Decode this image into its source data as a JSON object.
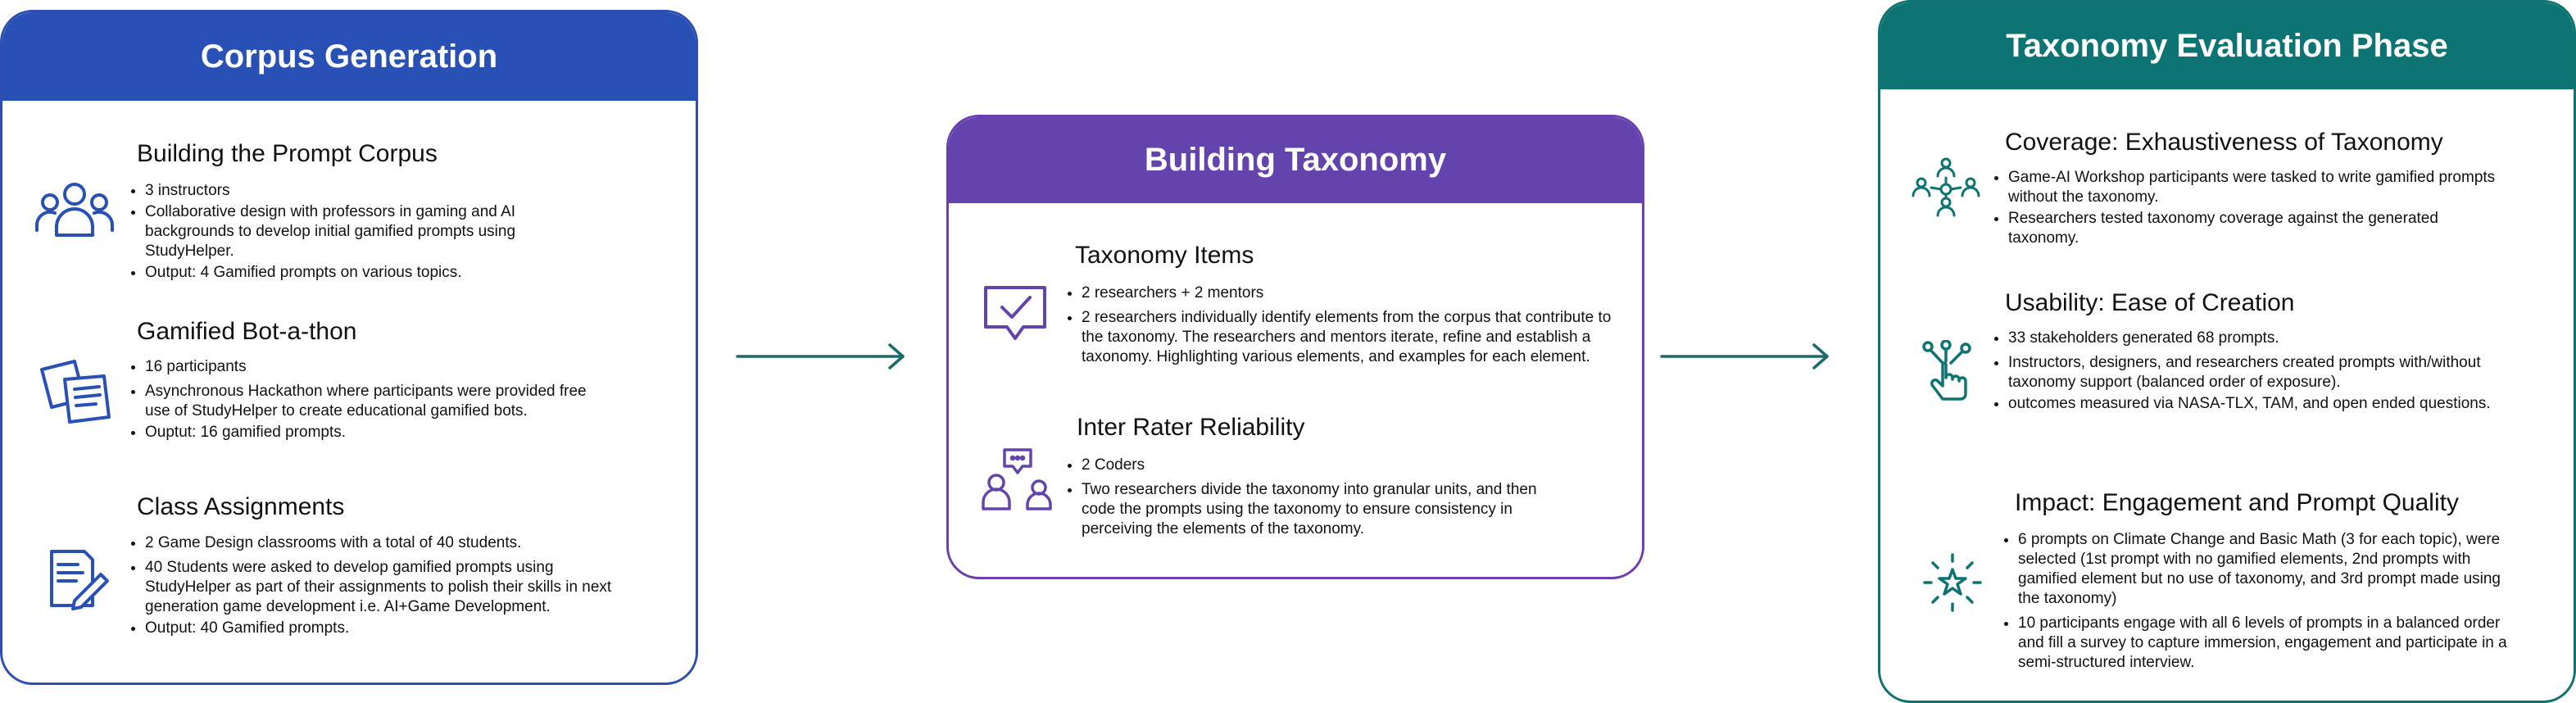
{
  "corpus": {
    "header": "Corpus Generation",
    "sections": [
      {
        "title": "Building the Prompt Corpus",
        "icon": "group-icon",
        "bullets": [
          "3 instructors",
          "Collaborative design with professors in gaming and AI backgrounds to develop initial gamified prompts using StudyHelper.",
          "Output: 4 Gamified prompts on various topics."
        ]
      },
      {
        "title": "Gamified Bot-a-thon",
        "icon": "papers-icon",
        "bullets": [
          "16 participants",
          "Asynchronous Hackathon where participants were provided free use of StudyHelper to create educational gamified bots.",
          "Ouptut: 16 gamified prompts."
        ]
      },
      {
        "title": "Class Assignments",
        "icon": "document-edit-icon",
        "bullets": [
          "2 Game Design classrooms with a total of 40 students.",
          "40 Students were asked to develop gamified prompts using StudyHelper as part of their assignments to polish their skills in next generation game development i.e. AI+Game Development.",
          "Output: 40 Gamified prompts."
        ]
      }
    ]
  },
  "taxonomy": {
    "header": "Building Taxonomy",
    "sections": [
      {
        "title": "Taxonomy Items",
        "icon": "check-message-icon",
        "bullets": [
          "2 researchers + 2 mentors",
          "2 researchers individually identify elements from the corpus that contribute to the taxonomy. The researchers and mentors iterate, refine and establish a taxonomy. Highlighting various elements, and examples for each element."
        ]
      },
      {
        "title": "Inter Rater Reliability",
        "icon": "people-chat-icon",
        "bullets": [
          "2 Coders",
          "Two researchers divide the taxonomy into granular units, and then code the prompts using the taxonomy to ensure consistency in perceiving the elements of the taxonomy."
        ]
      }
    ]
  },
  "evaluation": {
    "header": "Taxonomy Evaluation Phase",
    "sections": [
      {
        "title": "Coverage: Exhaustiveness of Taxonomy",
        "icon": "network-people-icon",
        "bullets": [
          "Game-AI Workshop participants were tasked to write gamified prompts without the taxonomy.",
          "Researchers tested taxonomy coverage against the generated taxonomy."
        ]
      },
      {
        "title": "Usability: Ease of Creation",
        "icon": "touch-hand-icon",
        "bullets": [
          "33 stakeholders generated 68 prompts.",
          "Instructors, designers, and researchers created prompts with/without taxonomy support (balanced order of exposure).",
          "outcomes measured via NASA-TLX, TAM, and open ended questions."
        ]
      },
      {
        "title": "Impact: Engagement and Prompt Quality",
        "icon": "sparkle-star-icon",
        "bullets": [
          "6 prompts on Climate Change and Basic Math (3 for each topic), were selected (1st prompt with no gamified elements, 2nd prompts with gamified element but no use of taxonomy, and 3rd prompt made using the taxonomy)",
          "10 participants engage with all 6 levels of prompts in a balanced order and fill a survey to capture immersion, engagement and participate in a semi-structured interview."
        ]
      }
    ]
  },
  "colors": {
    "corpus": "#2950b4",
    "taxonomy": "#6344ac",
    "evaluation": "#0d7473",
    "arrow": "#1b6b6b"
  }
}
